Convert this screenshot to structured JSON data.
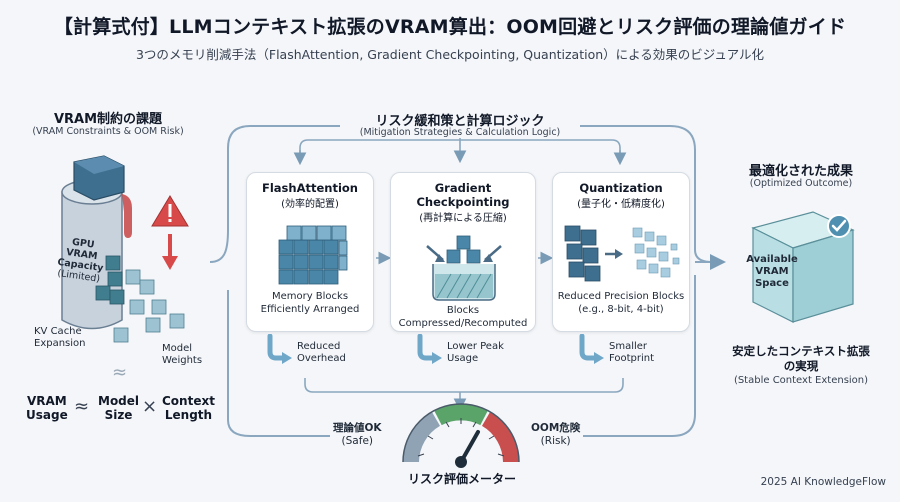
{
  "header": {
    "title": "【計算式付】LLMコンテキスト拡張のVRAM算出：OOM回避とリスク評価の理論値ガイド",
    "subtitle": "3つのメモリ削減手法（FlashAttention, Gradient Checkpointing, Quantization）による効果のビジュアル化"
  },
  "left": {
    "title": "VRAM制約の課題",
    "subtitle": "(VRAM Constraints & OOM Risk)",
    "gpu_label": [
      "GPU",
      "VRAM",
      "Capacity",
      "(Limited)"
    ],
    "kv_cache": [
      "KV Cache",
      "Expansion"
    ],
    "model_weights": [
      "Model",
      "Weights"
    ],
    "approx": "≈",
    "formula": {
      "usage": [
        "VRAM",
        "Usage"
      ],
      "approx": "≈",
      "model": [
        "Model",
        "Size"
      ],
      "times": "×",
      "context": [
        "Context",
        "Length"
      ]
    }
  },
  "center": {
    "title": "リスク緩和策と計算ロジック",
    "subtitle": "(Mitigation Strategies & Calculation Logic)",
    "cards": [
      {
        "title": "FlashAttention",
        "subtitle": "(効率的配置)",
        "desc": [
          "Memory Blocks",
          "Efficiently Arranged"
        ],
        "effect": [
          "Reduced",
          "Overhead"
        ]
      },
      {
        "title": "Gradient Checkpointing",
        "subtitle": "(再計算による圧縮)",
        "desc": [
          "Blocks",
          "Compressed/Recomputed"
        ],
        "effect": [
          "Lower Peak",
          "Usage"
        ]
      },
      {
        "title": "Quantization",
        "subtitle": "(量子化・低精度化)",
        "desc": [
          "Reduced Precision Blocks",
          "(e.g., 8-bit, 4-bit)"
        ],
        "effect": [
          "Smaller",
          "Footprint"
        ]
      }
    ]
  },
  "meter": {
    "safe": [
      "理論値OK",
      "(Safe)"
    ],
    "risk": [
      "OOM危険",
      "(Risk)"
    ],
    "label": "リスク評価メーター",
    "colors": {
      "safe": "#5aa469",
      "mid": "#8fa3b5",
      "risk": "#c94f4f"
    }
  },
  "right": {
    "title": "最適化された成果",
    "subtitle": "(Optimized Outcome)",
    "cube_label": [
      "Available",
      "VRAM",
      "Space"
    ],
    "result_title": [
      "安定したコンテキスト拡張",
      "の実現"
    ],
    "result_sub": "(Stable Context Extension)"
  },
  "footer": {
    "credit": "2025 AI KnowledgeFlow"
  },
  "icons": {
    "warning": "warning-triangle-icon",
    "check": "checkmark-badge-icon",
    "gauge": "gauge-icon"
  }
}
